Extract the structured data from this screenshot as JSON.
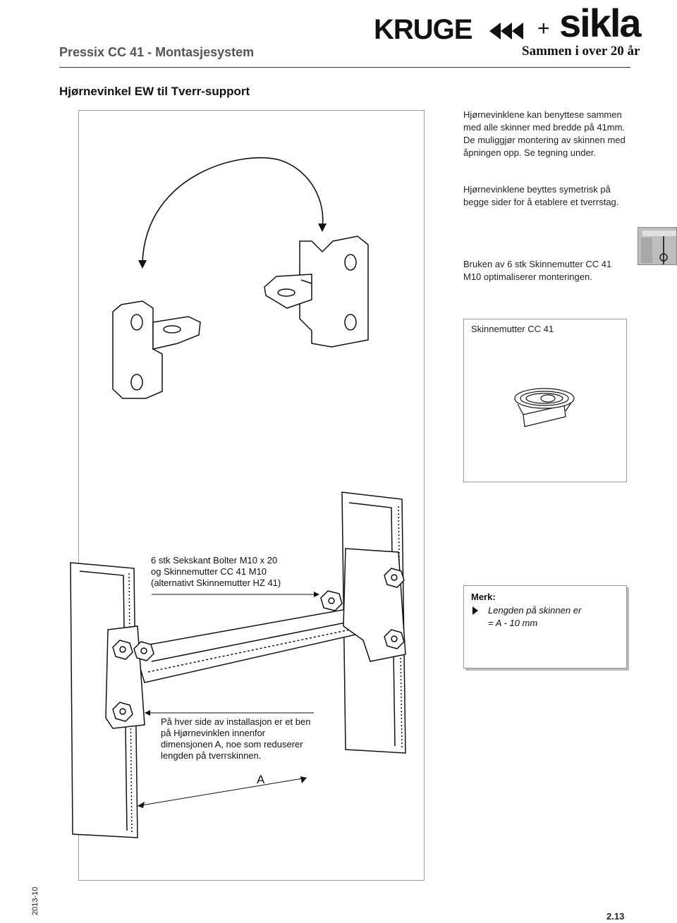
{
  "header": {
    "title": "Pressix CC 41 - Montasjesystem",
    "brand_kruge": "KRUGE",
    "brand_plus": "+",
    "brand_sikla": "sikla",
    "brand_tagline": "Sammen i over 20 år"
  },
  "section_title": "Hjørnevinkel EW til Tverr-support",
  "paragraphs": [
    "Hjørnevinklene kan benyttese sammen med alle skinner med bredde på 41mm. De muliggjør montering av skinnen med åpningen opp. Se tegning under.",
    "Hjørnevinklene beyttes symetrisk på begge sider for å etablere et tverrstag.",
    "Bruken av 6 stk Skinnemutter CC 41 M10 optimaliserer monteringen."
  ],
  "nut_box_title": "Skinnemutter CC 41",
  "callouts": {
    "bolts": [
      "6 stk Sekskant Bolter M10 x 20",
      "og Skinnemutter CC 41 M10",
      "(alternativt Skinnemutter HZ 41)"
    ],
    "placement": [
      "På hver side av installasjon er et ben",
      "på Hjørnevinklen innenfor",
      "dimensjonen A, noe som reduserer",
      "lengden på tverrskinnen."
    ],
    "dimension_label": "A"
  },
  "note": {
    "title": "Merk:",
    "line1": "Lengden på skinnen er",
    "line2": "= A - 10 mm"
  },
  "footer": {
    "date": "2013-10",
    "page": "2.13"
  }
}
